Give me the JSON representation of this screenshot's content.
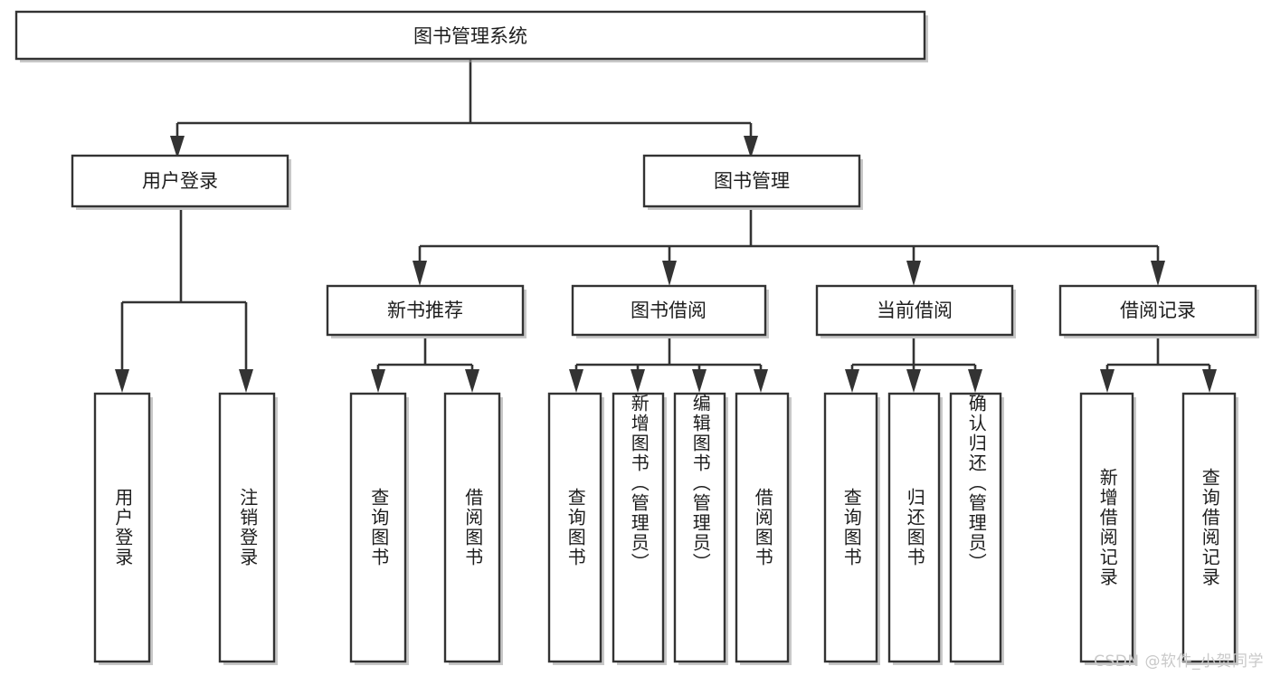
{
  "diagram": {
    "type": "hierarchy-tree",
    "title": "图书管理系统",
    "watermark": "CSDN @软件_小贺同学",
    "colors": {
      "stroke": "#333333",
      "fill": "#ffffff",
      "text": "#1d1d1d",
      "watermark": "#c9c9c9",
      "background": "#ffffff"
    },
    "root": {
      "label": "图书管理系统",
      "orientation": "horizontal"
    },
    "level1": [
      {
        "label": "用户登录",
        "orientation": "horizontal"
      },
      {
        "label": "图书管理",
        "orientation": "horizontal"
      }
    ],
    "level2": [
      {
        "label": "新书推荐",
        "orientation": "horizontal",
        "parent": "图书管理"
      },
      {
        "label": "图书借阅",
        "orientation": "horizontal",
        "parent": "图书管理"
      },
      {
        "label": "当前借阅",
        "orientation": "horizontal",
        "parent": "图书管理"
      },
      {
        "label": "借阅记录",
        "orientation": "horizontal",
        "parent": "图书管理"
      }
    ],
    "leaves": {
      "user_login": [
        {
          "label": "用户登录",
          "orientation": "vertical"
        },
        {
          "label": "注销登录",
          "orientation": "vertical"
        }
      ],
      "new_book_recommend": [
        {
          "label": "查询图书",
          "orientation": "vertical"
        },
        {
          "label": "借阅图书",
          "orientation": "vertical"
        }
      ],
      "book_borrow": [
        {
          "label": "查询图书",
          "orientation": "vertical"
        },
        {
          "label": "新增图书（管理员）",
          "orientation": "vertical"
        },
        {
          "label": "编辑图书（管理员）",
          "orientation": "vertical"
        },
        {
          "label": "借阅图书",
          "orientation": "vertical"
        }
      ],
      "current_borrow": [
        {
          "label": "查询图书",
          "orientation": "vertical"
        },
        {
          "label": "归还图书",
          "orientation": "vertical"
        },
        {
          "label": "确认归还（管理员）",
          "orientation": "vertical"
        }
      ],
      "borrow_record": [
        {
          "label": "新增借阅记录",
          "orientation": "vertical"
        },
        {
          "label": "查询借阅记录",
          "orientation": "vertical"
        }
      ]
    }
  }
}
